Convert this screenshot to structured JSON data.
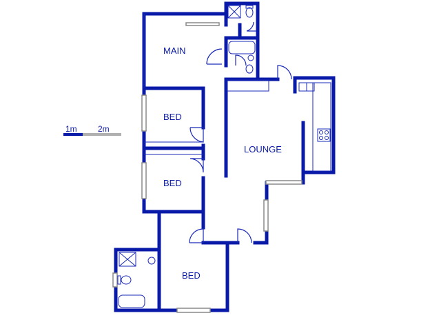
{
  "colors": {
    "wall": "#0a1aa8",
    "thin": "#1a2ab8",
    "window": "#8a8a8a",
    "scale_light": "#b0b0b0",
    "background": "#ffffff"
  },
  "scale": {
    "label_1m": "1m",
    "label_2m": "2m"
  },
  "rooms": {
    "main": "MAIN",
    "bed_1": "BED",
    "bed_2": "BED",
    "bed_3": "BED",
    "lounge": "LOUNGE"
  },
  "icons": [
    "shower-icon",
    "toilet-icon",
    "basin-icon",
    "bathtub-icon",
    "stove-icon",
    "sink-icon",
    "door-swing-icon",
    "window-icon"
  ]
}
